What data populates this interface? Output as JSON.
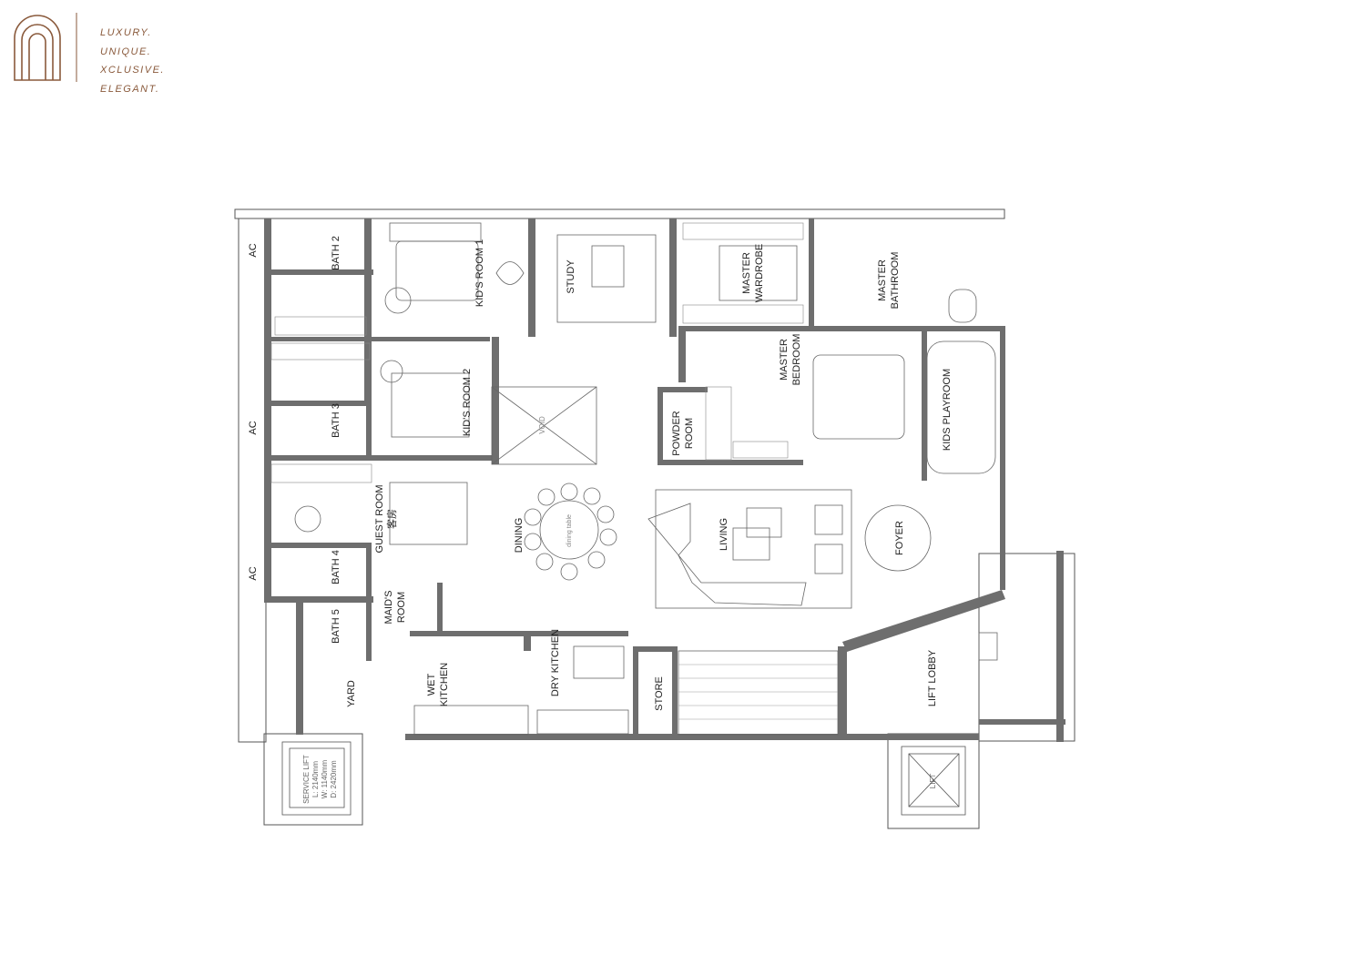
{
  "brand": {
    "lines": [
      "LUXURY.",
      "UNIQUE.",
      "XCLUSIVE.",
      "ELEGANT."
    ],
    "accent": "#8a5a3c"
  },
  "plan": {
    "wall_color": "#6e6e6e",
    "line_color": "#555555",
    "rooms": {
      "ac1": "AC",
      "ac2": "AC",
      "ac3": "AC",
      "bath2": "BATH 2",
      "bath3": "BATH 3",
      "bath4": "BATH 4",
      "bath5": "BATH 5",
      "kids1": "KID'S ROOM 1",
      "kids2": "KID'S ROOM 2",
      "study": "STUDY",
      "master_wardrobe_1": "MASTER",
      "master_wardrobe_2": "WARDROBE",
      "master_bathroom_1": "MASTER",
      "master_bathroom_2": "BATHROOM",
      "master_bedroom_1": "MASTER",
      "master_bedroom_2": "BEDROOM",
      "kids_playroom": "KIDS PLAYROOM",
      "powder_1": "POWDER",
      "powder_2": "ROOM",
      "void": "VOID",
      "guest": "GUEST ROOM",
      "guest_cn": "客房",
      "dining": "DINING",
      "dining_table": "dining table",
      "living": "LIVING",
      "foyer": "FOYER",
      "maids_1": "MAID'S",
      "maids_2": "ROOM",
      "yard": "YARD",
      "wet_1": "WET",
      "wet_2": "KITCHEN",
      "dry": "DRY KITCHEN",
      "store": "STORE",
      "lift_lobby": "LIFT LOBBY",
      "lift": "LIFT",
      "service_lift": "SERVICE LIFT",
      "service_l": "L: 2140mm",
      "service_w": "W: 1140mm",
      "service_d": "D: 2420mm"
    }
  }
}
